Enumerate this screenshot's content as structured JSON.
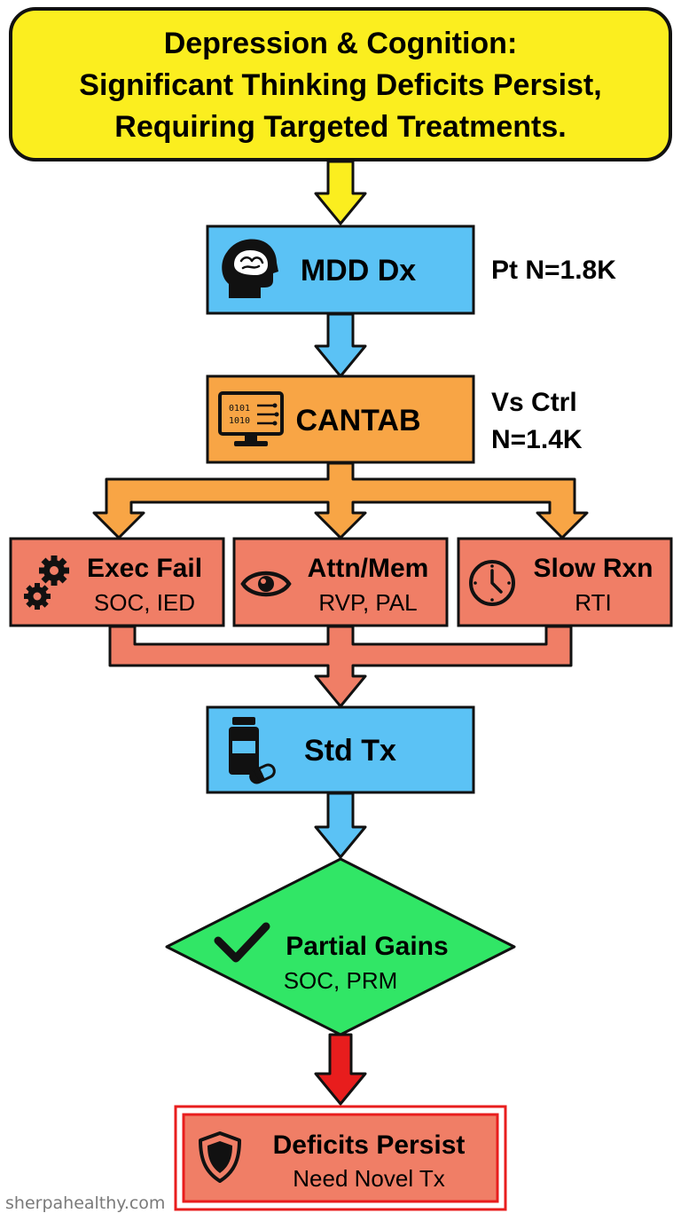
{
  "header": {
    "line1": "Depression & Cognition:",
    "line2": "Significant Thinking Deficits Persist,",
    "line3": "Requiring Targeted Treatments."
  },
  "nodes": {
    "mdd": {
      "label": "MDD Dx",
      "icon": "brain-head-icon"
    },
    "cantab": {
      "label": "CANTAB",
      "icon": "computer-monitor-icon"
    },
    "exec": {
      "label": "Exec Fail",
      "sub": "SOC, IED",
      "icon": "gears-icon"
    },
    "attn": {
      "label": "Attn/Mem",
      "sub": "RVP, PAL",
      "icon": "eye-icon"
    },
    "slow": {
      "label": "Slow Rxn",
      "sub": "RTI",
      "icon": "clock-icon"
    },
    "std": {
      "label": "Std Tx",
      "icon": "pill-bottle-icon"
    },
    "partial": {
      "label": "Partial Gains",
      "sub": "SOC, PRM",
      "icon": "checkmark-icon"
    },
    "deficits": {
      "label": "Deficits Persist",
      "sub": "Need Novel Tx",
      "icon": "shield-icon"
    }
  },
  "notes": {
    "patients": "Pt N=1.8K",
    "controls_line1": "Vs Ctrl",
    "controls_line2": "N=1.4K"
  },
  "watermark": "sherpahealthy.com",
  "colors": {
    "header_fill": "#fbee1f",
    "blue_fill": "#5bc2f5",
    "orange_fill": "#f8a545",
    "salmon_fill": "#f07e66",
    "green_fill": "#31e666",
    "red_arrow": "#e81d1d",
    "red_border": "#e81d1d",
    "outline": "#111111"
  }
}
